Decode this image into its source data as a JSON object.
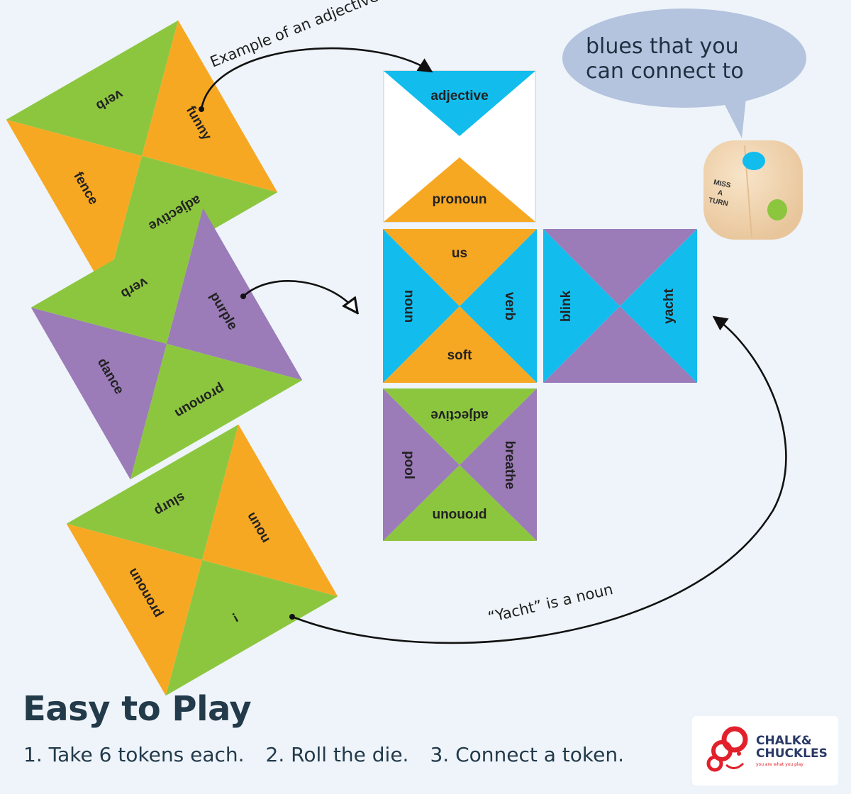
{
  "colors": {
    "green": "#8cc63f",
    "orange": "#f7a823",
    "blue": "#12bdee",
    "purple": "#9b7bb8",
    "bubble": "#b4c3de",
    "die": "#f2d7b4",
    "background": "#eef4f9"
  },
  "annotations": {
    "adjective_example": "Example of an adjective",
    "yacht_noun": "“Yacht” is a noun",
    "bubble_line1": "blues that you",
    "bubble_line2": "can connect to"
  },
  "die": {
    "face_line1": "MISS",
    "face_line2": "A",
    "face_line3": "TURN"
  },
  "loose_tokens": {
    "token1": {
      "top": "verb",
      "right": "funny",
      "bottom": "adjective",
      "left": "fence"
    },
    "token2": {
      "top": "verb",
      "right": "purple",
      "bottom": "pronoun",
      "left": "dance"
    },
    "token3": {
      "top": "slurp",
      "right": "noun",
      "bottom": "!",
      "left": "pronoun"
    }
  },
  "board": {
    "top_triangle": "adjective",
    "second_triangle": "pronoun",
    "center": {
      "top": "us",
      "right": "verb",
      "bottom": "soft",
      "left": "noun"
    },
    "right": {
      "left": "blink",
      "right": "yacht"
    },
    "below": {
      "top": "adjective",
      "right": "breathe",
      "bottom": "pronoun",
      "left": "pool"
    }
  },
  "footer": {
    "title": "Easy to Play",
    "step1": "1. Take 6 tokens each.",
    "step2": "2. Roll the die.",
    "step3": "3. Connect a token."
  },
  "logo": {
    "name_line1": "CHALK&",
    "name_line2": "CHUCKLES",
    "tagline": "you are what you play"
  }
}
